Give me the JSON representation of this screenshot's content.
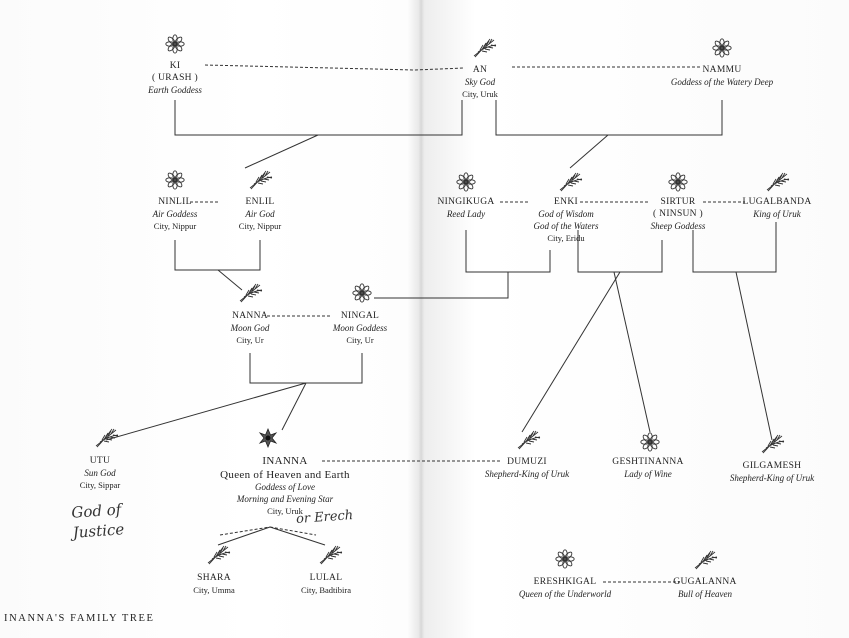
{
  "caption": "INANNA'S FAMILY TREE",
  "nodes": {
    "ki": {
      "name": "KI",
      "alt": "( URASH )",
      "title": "Earth Goddess"
    },
    "an": {
      "name": "AN",
      "title": "Sky God",
      "city": "City, Uruk"
    },
    "nammu": {
      "name": "NAMMU",
      "title": "Goddess of the Watery Deep"
    },
    "ninlil": {
      "name": "NINLIL",
      "title": "Air Goddess",
      "city": "City, Nippur"
    },
    "enlil": {
      "name": "ENLIL",
      "title": "Air God",
      "city": "City, Nippur"
    },
    "ningikuga": {
      "name": "NINGIKUGA",
      "title": "Reed Lady"
    },
    "enki": {
      "name": "ENKI",
      "title": "God of Wisdom",
      "title2": "God of the Waters",
      "city": "City, Eridu"
    },
    "sirtur": {
      "name": "SIRTUR",
      "alt": "( NINSUN )",
      "title": "Sheep Goddess"
    },
    "lugalbanda": {
      "name": "LUGALBANDA",
      "title": "King of Uruk"
    },
    "nanna": {
      "name": "NANNA",
      "title": "Moon God",
      "city": "City, Ur"
    },
    "ningal": {
      "name": "NINGAL",
      "title": "Moon Goddess",
      "city": "City, Ur"
    },
    "utu": {
      "name": "UTU",
      "title": "Sun God",
      "city": "City, Sippar"
    },
    "inanna": {
      "name": "INANNA",
      "subtitle": "Queen of Heaven and Earth",
      "title": "Goddess of Love",
      "title2": "Morning and Evening Star",
      "city": "City, Uruk"
    },
    "dumuzi": {
      "name": "DUMUZI",
      "title": "Shepherd-King of Uruk"
    },
    "geshtinanna": {
      "name": "GESHTINANNA",
      "title": "Lady of Wine"
    },
    "gilgamesh": {
      "name": "GILGAMESH",
      "title": "Shepherd-King of Uruk"
    },
    "shara": {
      "name": "SHARA",
      "city": "City, Umma"
    },
    "lulal": {
      "name": "LULAL",
      "city": "City, Badtibira"
    },
    "ereshkigal": {
      "name": "ERESHKIGAL",
      "title": "Queen of the Underworld"
    },
    "gugalanna": {
      "name": "GUGALANNA",
      "title": "Bull of Heaven"
    }
  },
  "handwriting": {
    "utu_note": "God of Justice",
    "inanna_note": "or Erech"
  },
  "icons": {
    "goddess": "star-flower-icon",
    "god": "wheat-sheaf-icon",
    "inanna": "dark-star-flower-icon"
  }
}
